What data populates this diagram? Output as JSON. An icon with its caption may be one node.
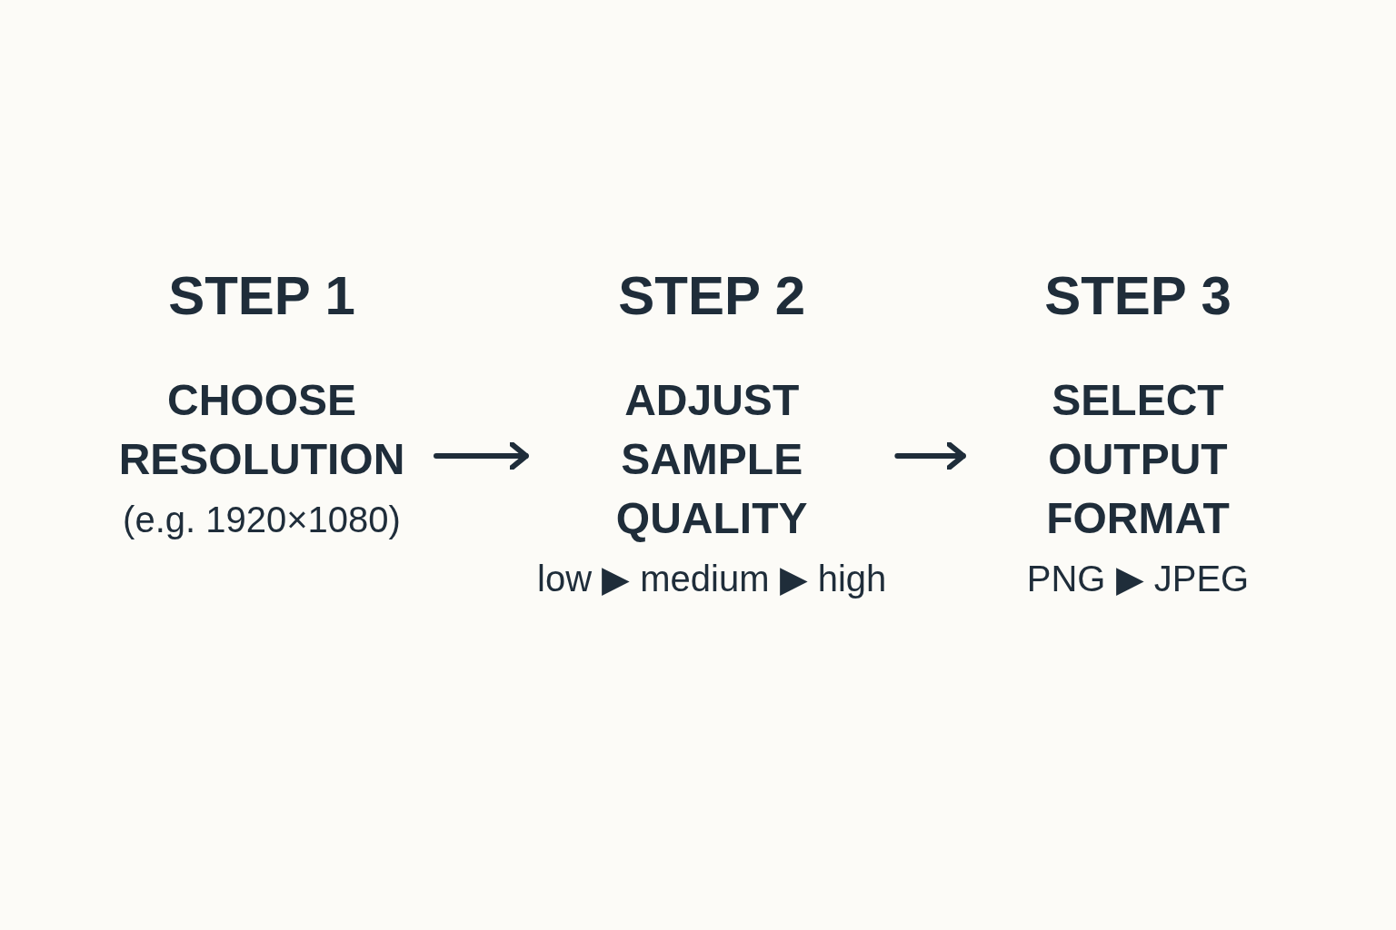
{
  "diagram": {
    "nodes": [
      {
        "text": [
          "STEP 1",
          "CHOOSE RESOLUTION",
          "(e.g. 1920×1080)"
        ]
      },
      {
        "text": [
          "STEP 2",
          "ADJUST SAMPLE QUALITY",
          "low ▶ medium ▶ high"
        ]
      },
      {
        "text": [
          "STEP 3",
          "SELECT OUTPUT FORMAT",
          "PNG ▶ JPEG"
        ]
      }
    ],
    "edges": [
      {
        "from": 0,
        "to": 1,
        "arrow": "to"
      },
      {
        "from": 1,
        "to": 2,
        "arrow": "to"
      }
    ]
  }
}
